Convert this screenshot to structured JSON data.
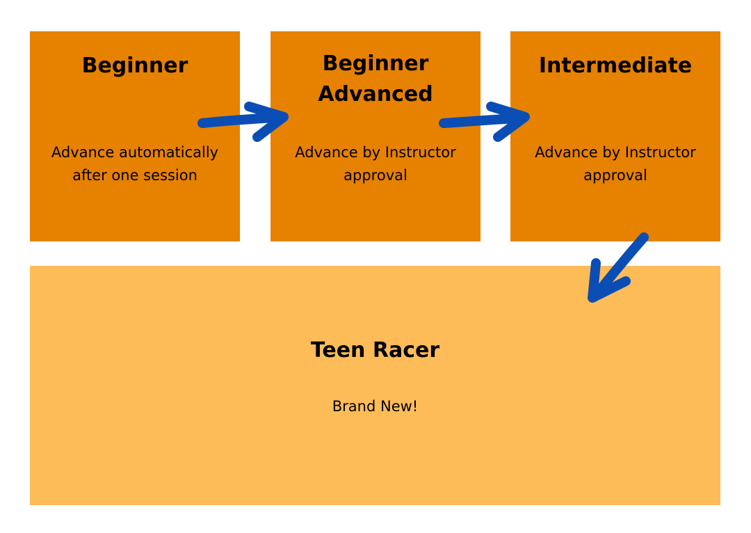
{
  "colors": {
    "background": "#ffffff",
    "level_box": "#e78100",
    "program_box": "#febc59",
    "arrow": "#0a4eb5",
    "text": "#000000"
  },
  "levels": [
    {
      "title_lines": [
        "Beginner"
      ],
      "description_lines": [
        "Advance automatically",
        "after one session"
      ]
    },
    {
      "title_lines": [
        "Beginner",
        "Advanced"
      ],
      "description_lines": [
        "Advance by Instructor",
        "approval"
      ]
    },
    {
      "title_lines": [
        "Intermediate"
      ],
      "description_lines": [
        "Advance by Instructor",
        "approval"
      ]
    }
  ],
  "program": {
    "title": "Teen Racer",
    "description": "Brand New!"
  },
  "connectors": [
    {
      "from": "Beginner",
      "to": "Beginner Advanced",
      "icon": "arrow-right-icon"
    },
    {
      "from": "Beginner Advanced",
      "to": "Intermediate",
      "icon": "arrow-right-icon"
    },
    {
      "from": "Intermediate",
      "to": "Teen Racer",
      "icon": "arrow-down-left-icon"
    }
  ]
}
